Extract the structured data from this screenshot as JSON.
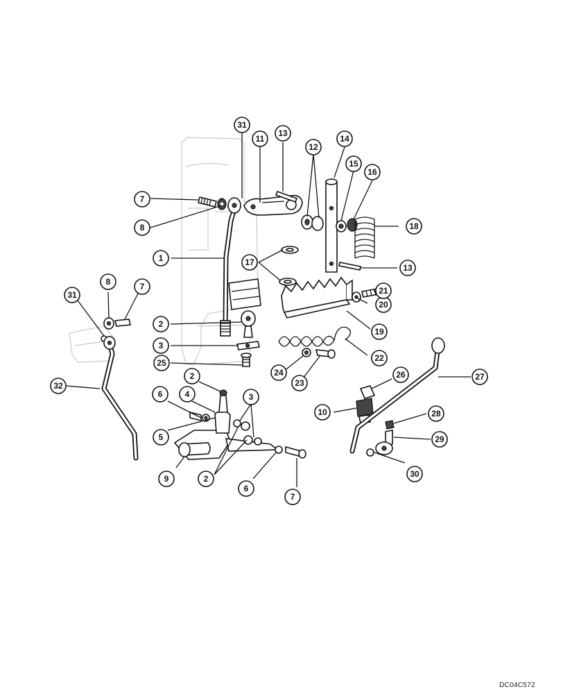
{
  "drawing_code": "DC04C572",
  "callouts": [
    {
      "label": "1"
    },
    {
      "label": "2"
    },
    {
      "label": "2"
    },
    {
      "label": "2"
    },
    {
      "label": "3"
    },
    {
      "label": "3"
    },
    {
      "label": "4"
    },
    {
      "label": "5"
    },
    {
      "label": "6"
    },
    {
      "label": "6"
    },
    {
      "label": "7"
    },
    {
      "label": "7"
    },
    {
      "label": "7"
    },
    {
      "label": "8"
    },
    {
      "label": "8"
    },
    {
      "label": "9"
    },
    {
      "label": "10"
    },
    {
      "label": "11"
    },
    {
      "label": "12"
    },
    {
      "label": "13"
    },
    {
      "label": "13"
    },
    {
      "label": "14"
    },
    {
      "label": "15"
    },
    {
      "label": "16"
    },
    {
      "label": "17"
    },
    {
      "label": "18"
    },
    {
      "label": "19"
    },
    {
      "label": "20"
    },
    {
      "label": "21"
    },
    {
      "label": "22"
    },
    {
      "label": "23"
    },
    {
      "label": "24"
    },
    {
      "label": "25"
    },
    {
      "label": "26"
    },
    {
      "label": "27"
    },
    {
      "label": "28"
    },
    {
      "label": "29"
    },
    {
      "label": "30"
    },
    {
      "label": "31"
    },
    {
      "label": "31"
    },
    {
      "label": "32"
    }
  ]
}
